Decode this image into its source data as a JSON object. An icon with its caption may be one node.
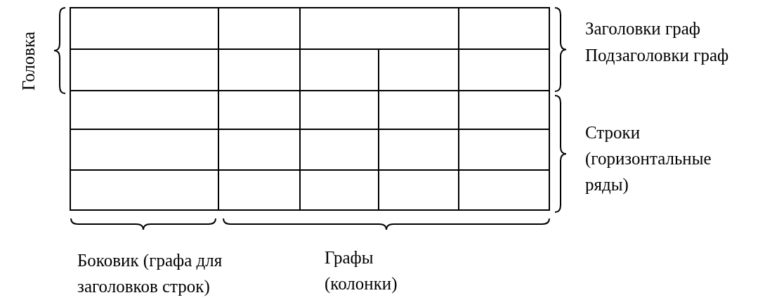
{
  "diagram": {
    "labels": [
      "Головка",
      "Заголовки граф",
      "Подзаголовки граф",
      "Строки (горизонтальные ряды)",
      "Боковик (графа для заголовков строк)",
      "Графы (колонки)"
    ]
  }
}
